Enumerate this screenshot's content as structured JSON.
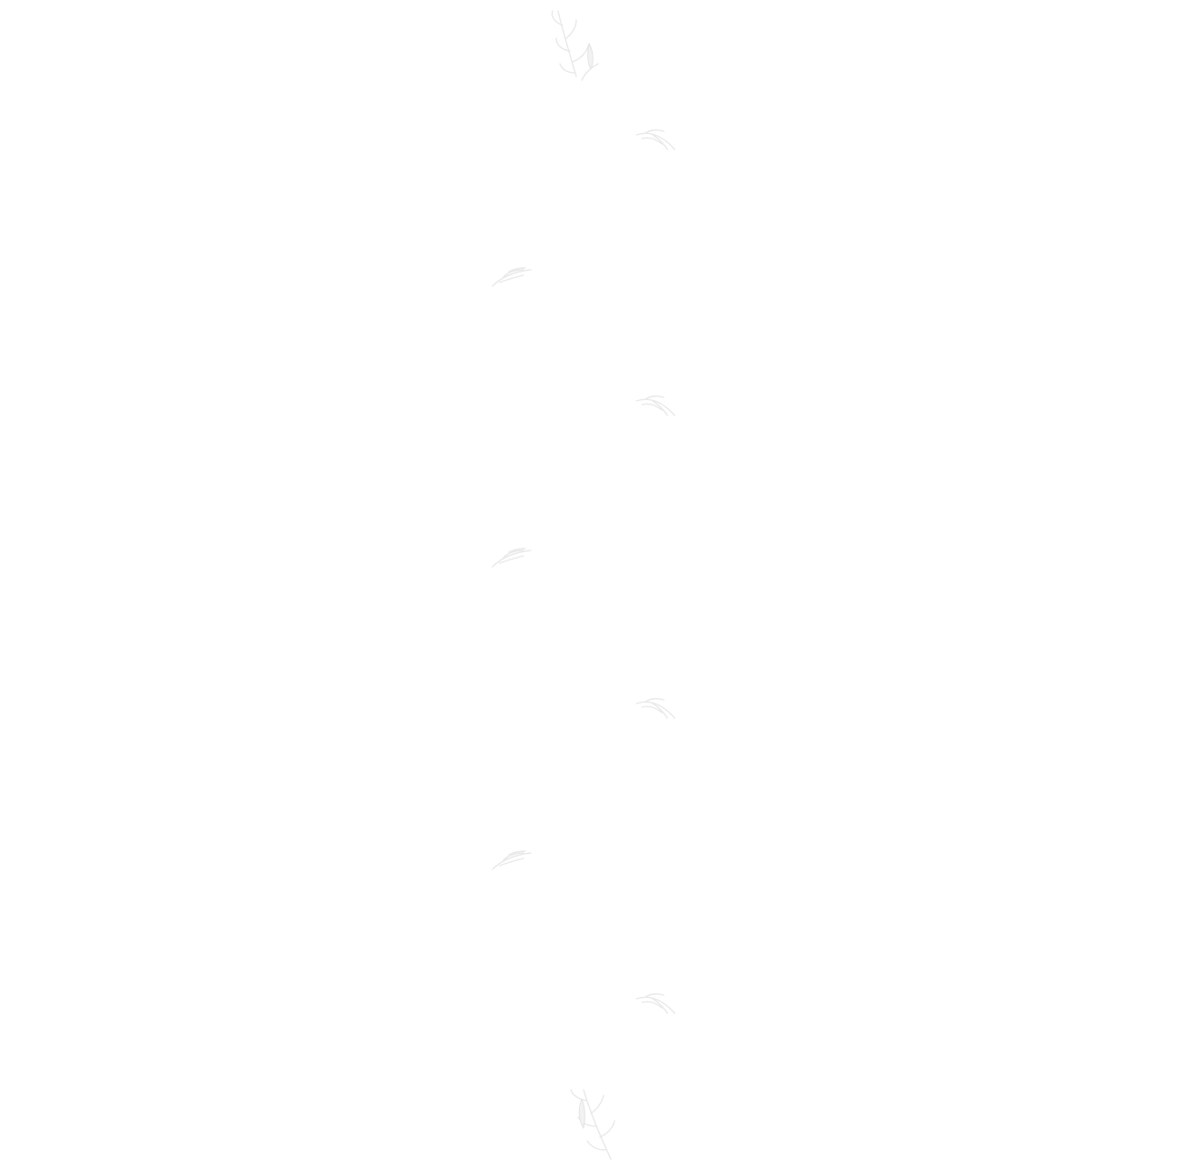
{
  "page": {
    "background": "#ffffff",
    "motif_color": "#e9e9e9"
  },
  "decorations": [
    {
      "icon": "leaf-sprig-icon",
      "kind": "vertical-sprig"
    },
    {
      "icon": "leaf-sprig-icon",
      "kind": "small-sprig"
    },
    {
      "icon": "leaf-sprig-icon",
      "kind": "small-sprig"
    },
    {
      "icon": "leaf-sprig-icon",
      "kind": "small-sprig"
    },
    {
      "icon": "leaf-sprig-icon",
      "kind": "small-sprig"
    },
    {
      "icon": "leaf-sprig-icon",
      "kind": "small-sprig"
    },
    {
      "icon": "leaf-sprig-icon",
      "kind": "small-sprig"
    },
    {
      "icon": "leaf-sprig-icon",
      "kind": "small-sprig"
    },
    {
      "icon": "leaf-sprig-icon",
      "kind": "vertical-sprig"
    }
  ]
}
